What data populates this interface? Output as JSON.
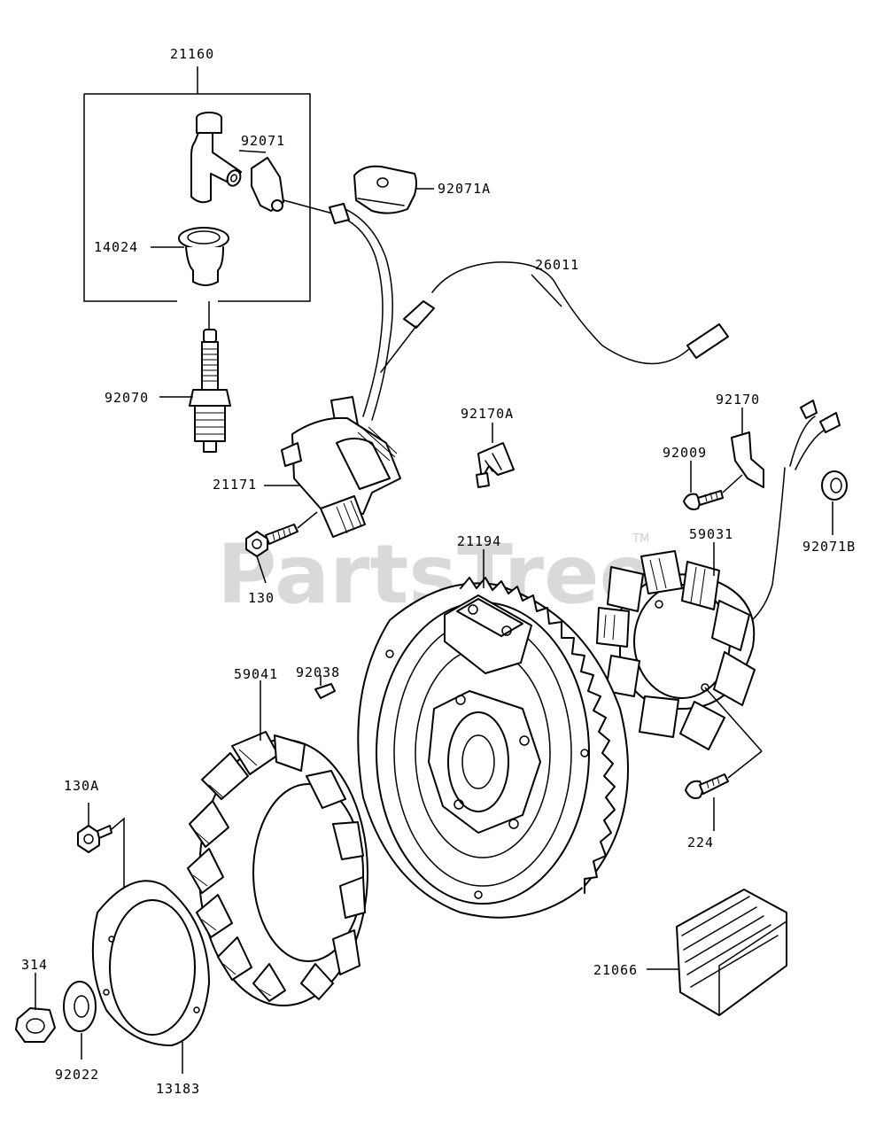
{
  "watermark": {
    "text": "PartsTree",
    "trademark": "TM"
  },
  "labels": {
    "p21160": "21160",
    "p92071": "92071",
    "p92071A": "92071A",
    "p14024": "14024",
    "p26011": "26011",
    "p92070": "92070",
    "p92170A": "92170A",
    "p92170": "92170",
    "p92009": "92009",
    "p21171": "21171",
    "p130": "130",
    "p21194": "21194",
    "p59031": "59031",
    "p92071B": "92071B",
    "p92038": "92038",
    "p59041": "59041",
    "p130A": "130A",
    "p224": "224",
    "p314": "314",
    "p21066": "21066",
    "p92022": "92022",
    "p13183": "13183"
  }
}
